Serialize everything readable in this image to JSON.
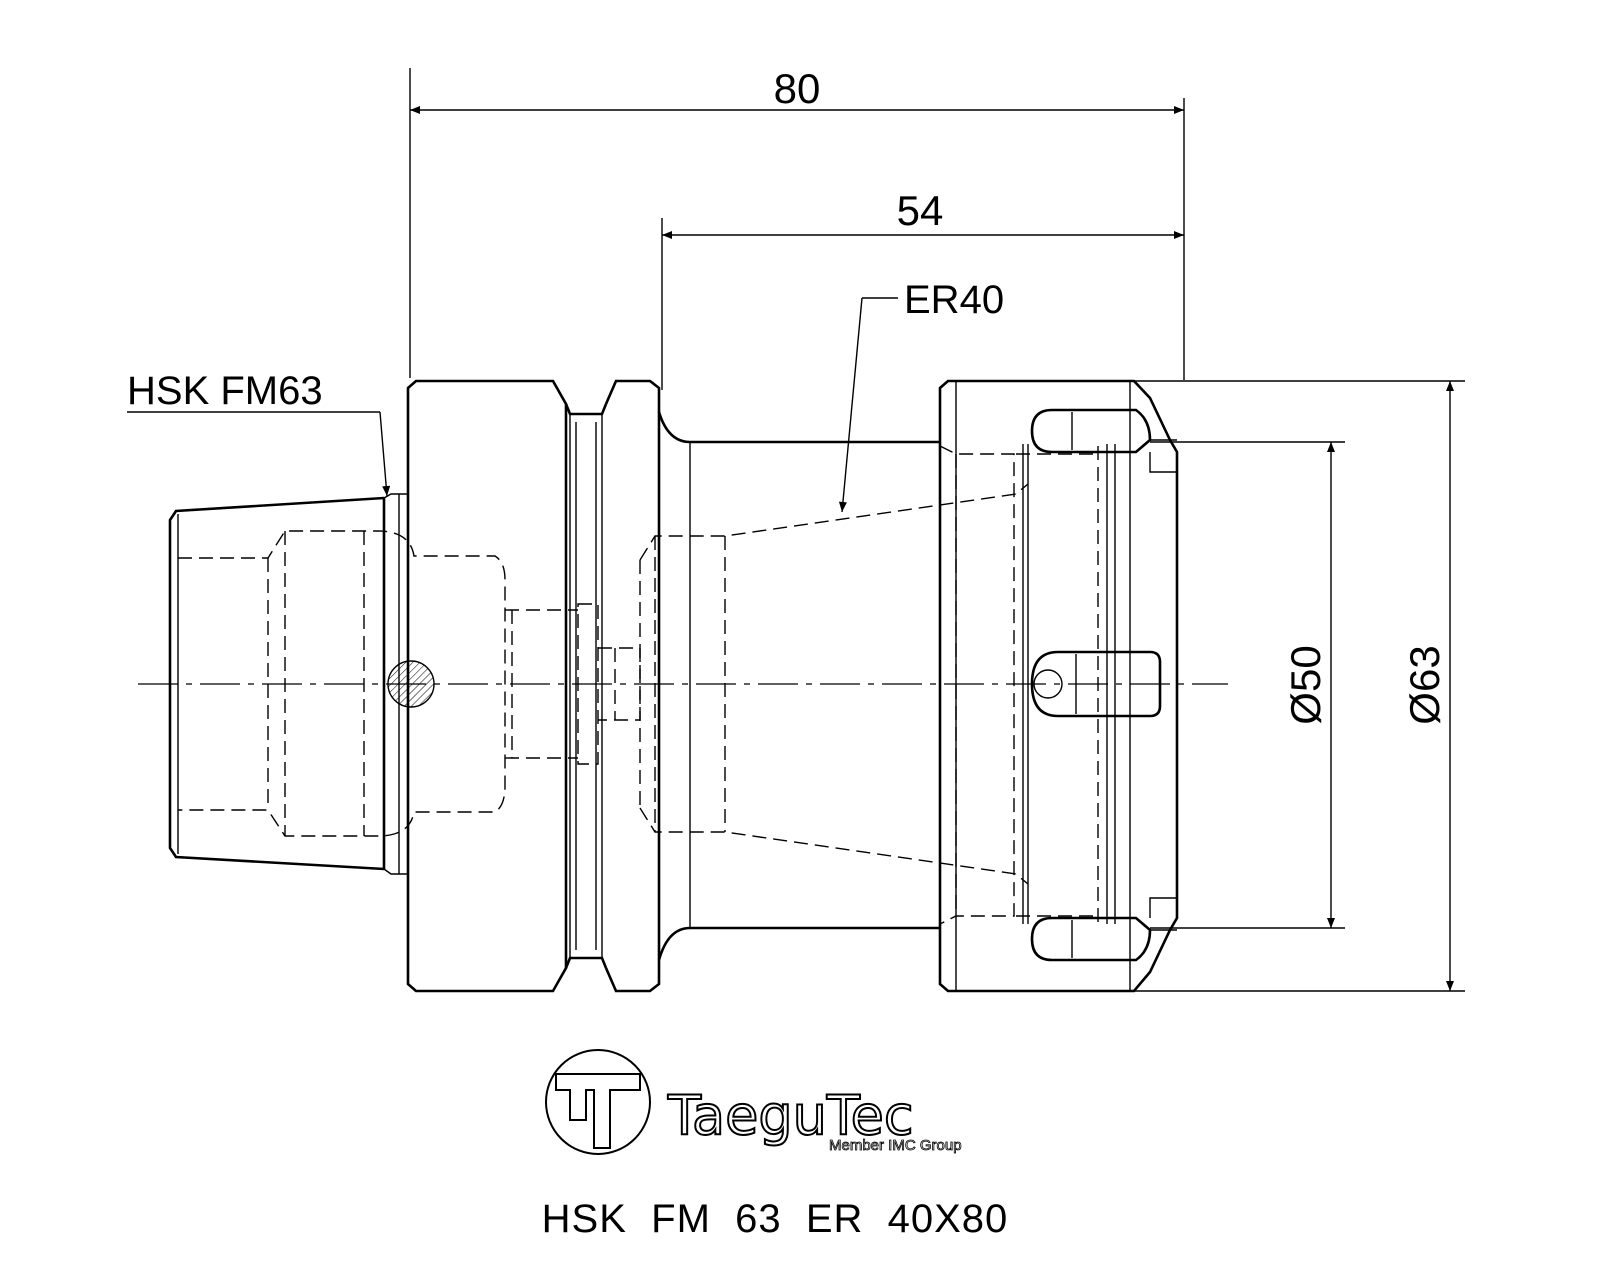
{
  "dimensions": {
    "overall_length": "80",
    "gauge_length": "54",
    "inner_diameter": "Ø50",
    "outer_diameter": "Ø63"
  },
  "labels": {
    "taper": "HSK  FM63",
    "collet": "ER40"
  },
  "logo": {
    "brand": "TaeguTec",
    "tagline": "Member IMC Group"
  },
  "title": "HSK  FM  63  ER  40X80",
  "colors": {
    "line": "#000000",
    "background": "#ffffff"
  }
}
